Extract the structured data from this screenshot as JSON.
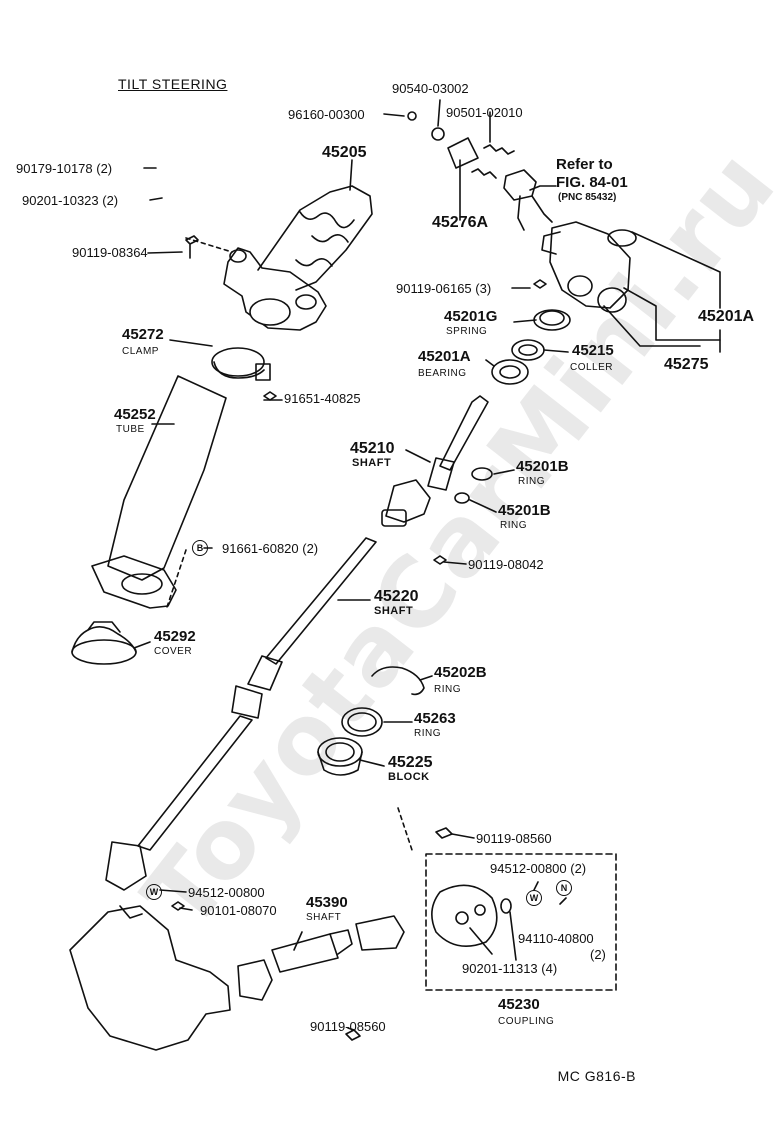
{
  "title": "TILT STEERING",
  "reference": {
    "line1": "Refer to",
    "line2": "FIG. 84-01",
    "line3": "(PNC 85432)"
  },
  "diagram_code": "MC  G816-B",
  "watermark": "ToyotaCarMini.ru",
  "parts": {
    "p90540": {
      "num": "90540-03002"
    },
    "p96160": {
      "num": "96160-00300"
    },
    "p90501": {
      "num": "90501-02010"
    },
    "p90179": {
      "num": "90179-10178 (2)"
    },
    "p45205": {
      "num": "45205"
    },
    "p90201a": {
      "num": "90201-10323 (2)"
    },
    "p45276A": {
      "num": "45276A"
    },
    "p90119_08364": {
      "num": "90119-08364"
    },
    "p90119_06165": {
      "num": "90119-06165 (3)"
    },
    "p45201A_right": {
      "num": "45201A"
    },
    "p45201G": {
      "num": "45201G",
      "name": "SPRING"
    },
    "p45272": {
      "num": "45272",
      "name": "CLAMP"
    },
    "p45201A_bearing": {
      "num": "45201A",
      "name": "BEARING"
    },
    "p45215": {
      "num": "45215",
      "name": "COLLER"
    },
    "p45275": {
      "num": "45275"
    },
    "p91651": {
      "num": "91651-40825"
    },
    "p45252": {
      "num": "45252",
      "name": "TUBE"
    },
    "p45210": {
      "num": "45210",
      "name": "SHAFT"
    },
    "p45201B_1": {
      "num": "45201B",
      "name": "RING"
    },
    "p45201B_2": {
      "num": "45201B",
      "name": "RING"
    },
    "p91661": {
      "num": "91661-60820 (2)",
      "mark": "B"
    },
    "p90119_08042": {
      "num": "90119-08042"
    },
    "p45220": {
      "num": "45220",
      "name": "SHAFT"
    },
    "p45292": {
      "num": "45292",
      "name": "COVER"
    },
    "p45202B": {
      "num": "45202B",
      "name": "RING"
    },
    "p45263": {
      "num": "45263",
      "name": "RING"
    },
    "p45225": {
      "num": "45225",
      "name": "BLOCK"
    },
    "p90119_08560a": {
      "num": "90119-08560"
    },
    "p94512_a": {
      "num": "94512-00800 (2)",
      "mark": "W"
    },
    "p94110": {
      "num": "94110-40800",
      "qty": "(2)",
      "mark": "N"
    },
    "p94512_b": {
      "num": "94512-00800",
      "mark": "W"
    },
    "p45390": {
      "num": "45390",
      "name": "SHAFT"
    },
    "p90101": {
      "num": "90101-08070"
    },
    "p90201_11313": {
      "num": "90201-11313 (4)"
    },
    "p45230": {
      "num": "45230",
      "name": "COUPLING"
    },
    "p90119_08560b": {
      "num": "90119-08560"
    }
  }
}
